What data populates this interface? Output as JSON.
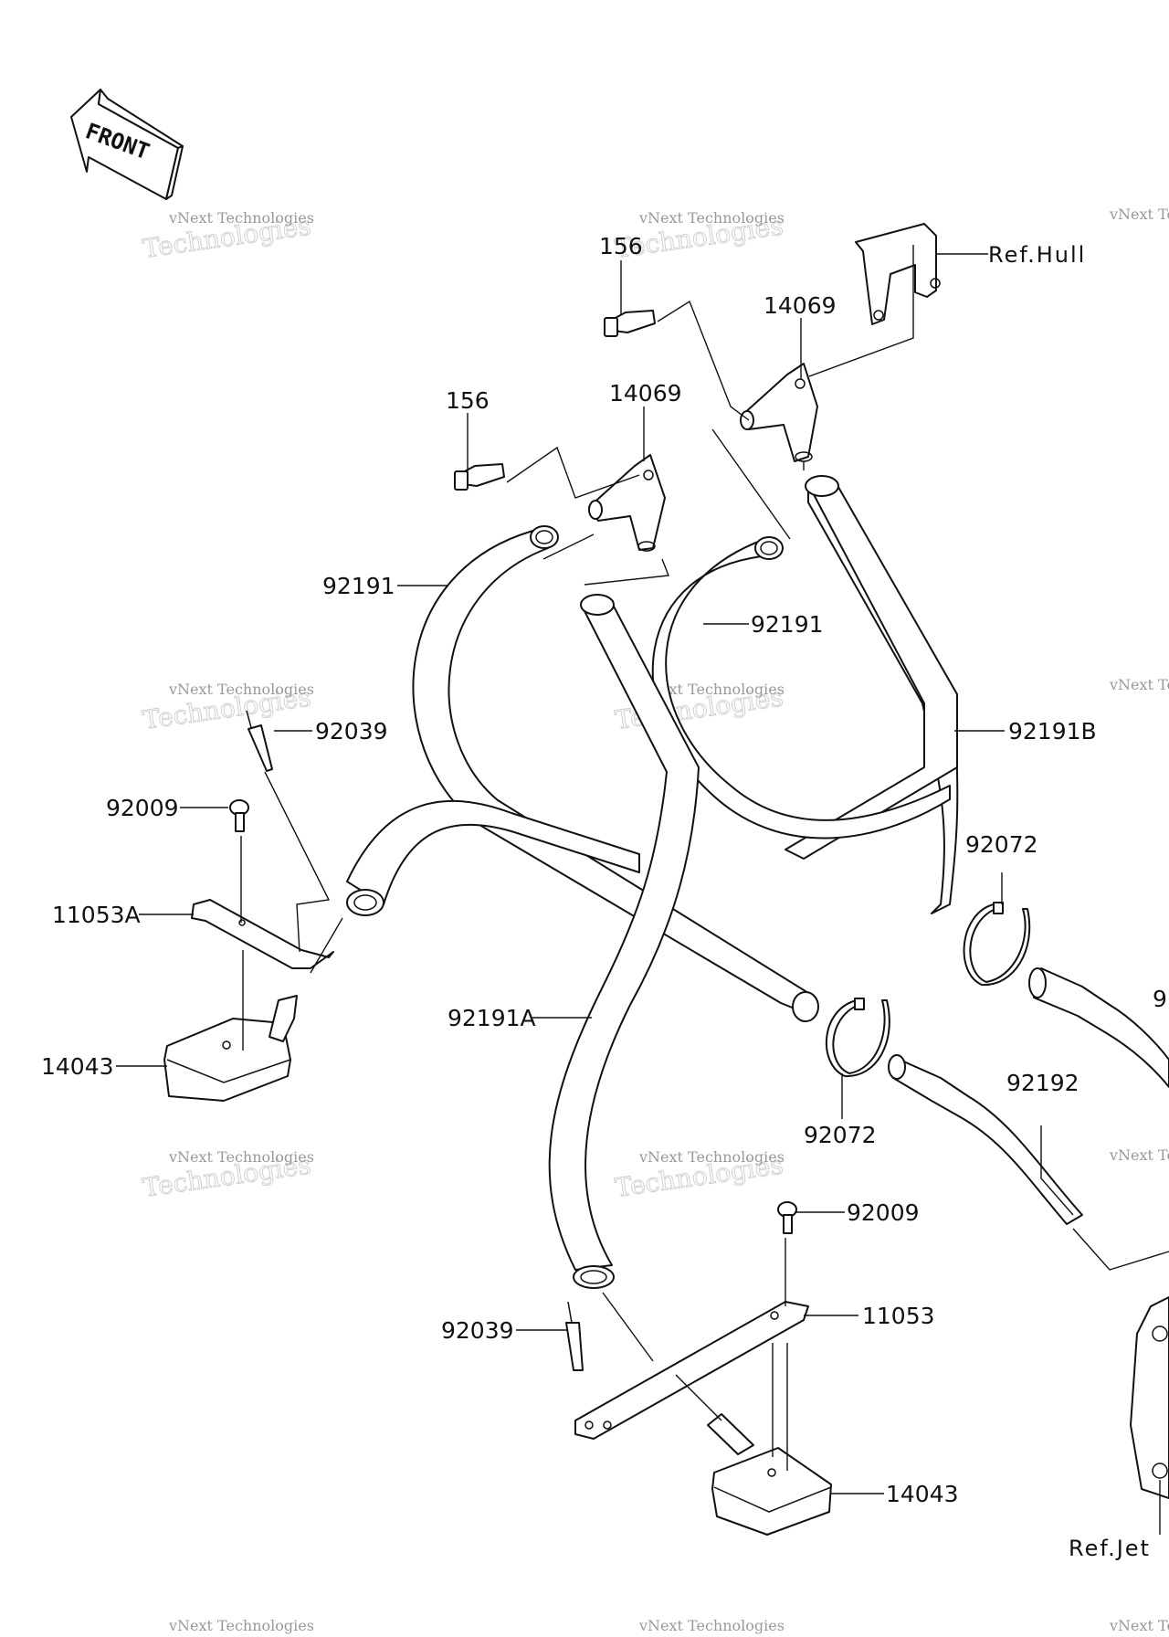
{
  "diagram": {
    "front_arrow_label": "FRONT",
    "watermark": {
      "line1": "vNext Technologies",
      "line2": "Technologies"
    },
    "refs": {
      "hull": "Ref.Hull",
      "jet": "Ref.Jet"
    },
    "labels": {
      "bolt_upper": "156",
      "bolt_lower": "156",
      "fitting_upper": "14069",
      "fitting_lower": "14069",
      "hose_left": "92191",
      "hose_center": "92191",
      "hose_b": "92191B",
      "hose_a": "92191A",
      "rivet_upper": "92039",
      "rivet_lower": "92039",
      "screw_upper": "92009",
      "screw_lower": "92009",
      "bracket_a": "11053A",
      "bracket": "11053",
      "filter_left": "14043",
      "filter_lower": "14043",
      "clamp_right": "92072",
      "clamp_lower": "92072",
      "hose_small": "92192",
      "partial_right": "9"
    }
  }
}
